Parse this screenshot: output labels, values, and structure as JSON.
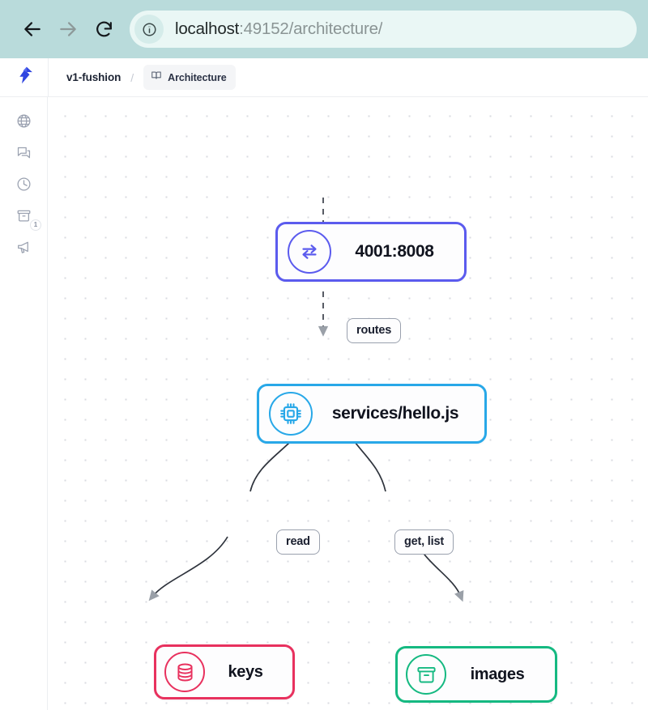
{
  "browser": {
    "back_icon": "arrow-left-icon",
    "forward_icon": "arrow-right-icon",
    "reload_icon": "reload-icon",
    "info_icon": "info-circle-icon",
    "url_host": "localhost",
    "url_rest": ":49152/architecture/",
    "url_full": "localhost:49152/architecture/",
    "toolbar_color": "#b9dbdb",
    "omnibox_color": "#eaf7f5"
  },
  "topbar": {
    "logo_icon": "app-logo-icon",
    "logo_color": "#2f45e0",
    "breadcrumb": {
      "project": "v1-fushion",
      "separator": "/",
      "page_icon": "book-icon",
      "page": "Architecture"
    }
  },
  "sidebar": {
    "items": [
      {
        "icon": "globe-icon",
        "badge": null
      },
      {
        "icon": "chat-bubble-icon",
        "badge": null
      },
      {
        "icon": "clock-icon",
        "badge": null
      },
      {
        "icon": "bucket-icon",
        "badge": "1"
      },
      {
        "icon": "megaphone-icon",
        "badge": null
      }
    ]
  },
  "canvas": {
    "grid_dot_color": "#d9dbe0",
    "grid_spacing": 25,
    "nodes": [
      {
        "id": "gateway",
        "label": "4001:8008",
        "icon": "exchange-arrows-icon",
        "color": "#5b5bee"
      },
      {
        "id": "service",
        "label": "services/hello.js",
        "icon": "cpu-chip-icon",
        "color": "#28a8e8"
      },
      {
        "id": "keys",
        "label": "keys",
        "icon": "database-icon",
        "color": "#e8315e"
      },
      {
        "id": "images",
        "label": "images",
        "icon": "bucket-icon",
        "color": "#15b981"
      }
    ],
    "edges": [
      {
        "id": "routes",
        "from": "gateway",
        "to": "service",
        "label": "routes",
        "style": "dashed"
      },
      {
        "id": "read",
        "from": "service",
        "to": "keys",
        "label": "read",
        "style": "solid"
      },
      {
        "id": "get-list",
        "from": "service",
        "to": "images",
        "label": "get, list",
        "style": "solid"
      }
    ]
  }
}
